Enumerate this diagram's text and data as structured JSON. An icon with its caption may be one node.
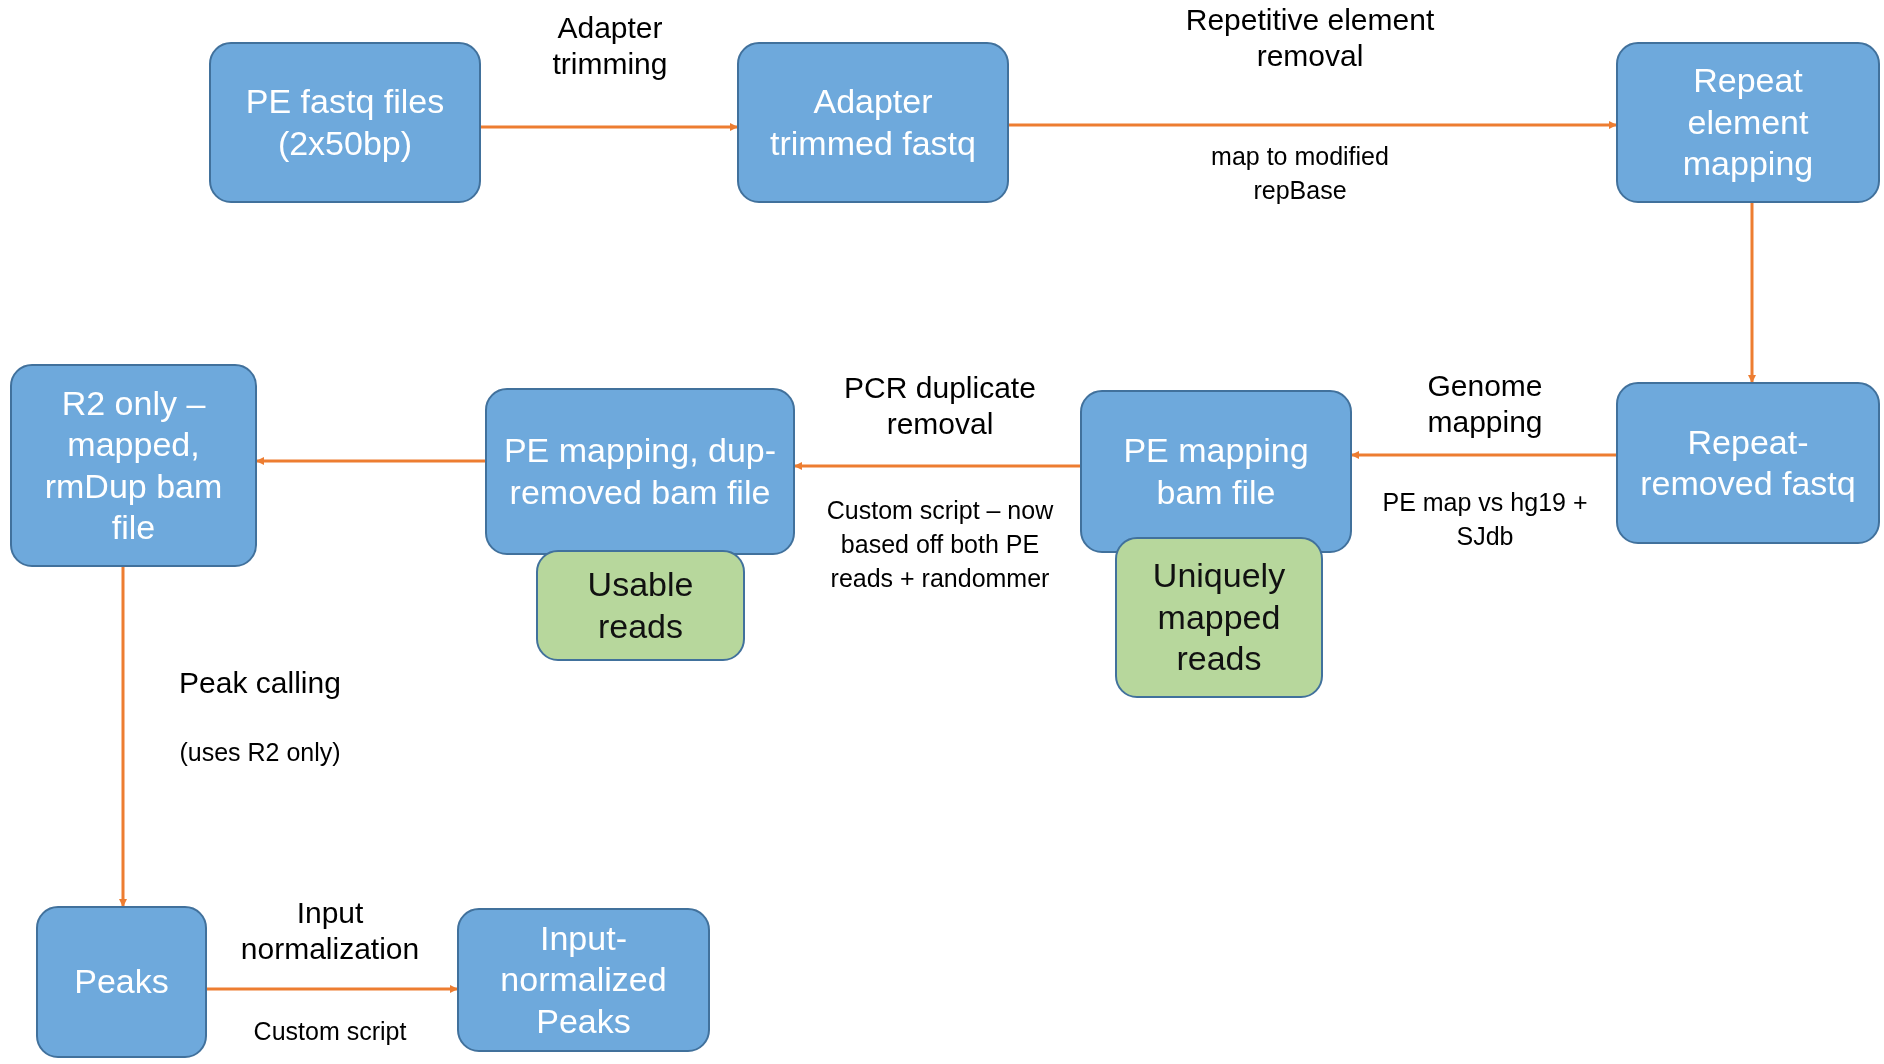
{
  "diagram": {
    "nodes": [
      {
        "text": [
          "PE fastq files (2x50bp)"
        ]
      },
      {
        "text": [
          "Adapter trimmed fastq"
        ]
      },
      {
        "text": [
          "Repeat element mapping"
        ]
      },
      {
        "text": [
          "Repeat-removed fastq"
        ]
      },
      {
        "text": [
          "PE mapping bam file"
        ]
      },
      {
        "text": [
          "Uniquely mapped reads"
        ]
      },
      {
        "text": [
          "PE mapping, dup-removed bam file"
        ]
      },
      {
        "text": [
          "Usable reads"
        ]
      },
      {
        "text": [
          "R2 only – mapped, rmDup bam file"
        ]
      },
      {
        "text": [
          "Peaks"
        ]
      },
      {
        "text": [
          "Input-normalized Peaks"
        ]
      }
    ],
    "edges": [
      {
        "from": 0,
        "to": 1,
        "arrow": "to",
        "label": "Adapter trimming"
      },
      {
        "from": 1,
        "to": 2,
        "arrow": "to",
        "label": "Repetitive element removal"
      },
      {
        "from": 2,
        "to": 3,
        "arrow": "to"
      },
      {
        "from": 3,
        "to": 4,
        "arrow": "to",
        "label": "Genome mapping"
      },
      {
        "from": 4,
        "to": 6,
        "arrow": "to",
        "label": "PCR duplicate removal"
      },
      {
        "from": 6,
        "to": 8,
        "arrow": "to"
      },
      {
        "from": 8,
        "to": 9,
        "arrow": "to",
        "label": "Peak calling"
      },
      {
        "from": 9,
        "to": 10,
        "arrow": "to",
        "label": "Input normalization"
      }
    ],
    "labels": [
      "map to modified repBase",
      "PE map vs hg19 + SJdb",
      "Custom script – now based off both PE reads + randommer",
      "(uses R2 only)",
      "Custom script"
    ]
  }
}
